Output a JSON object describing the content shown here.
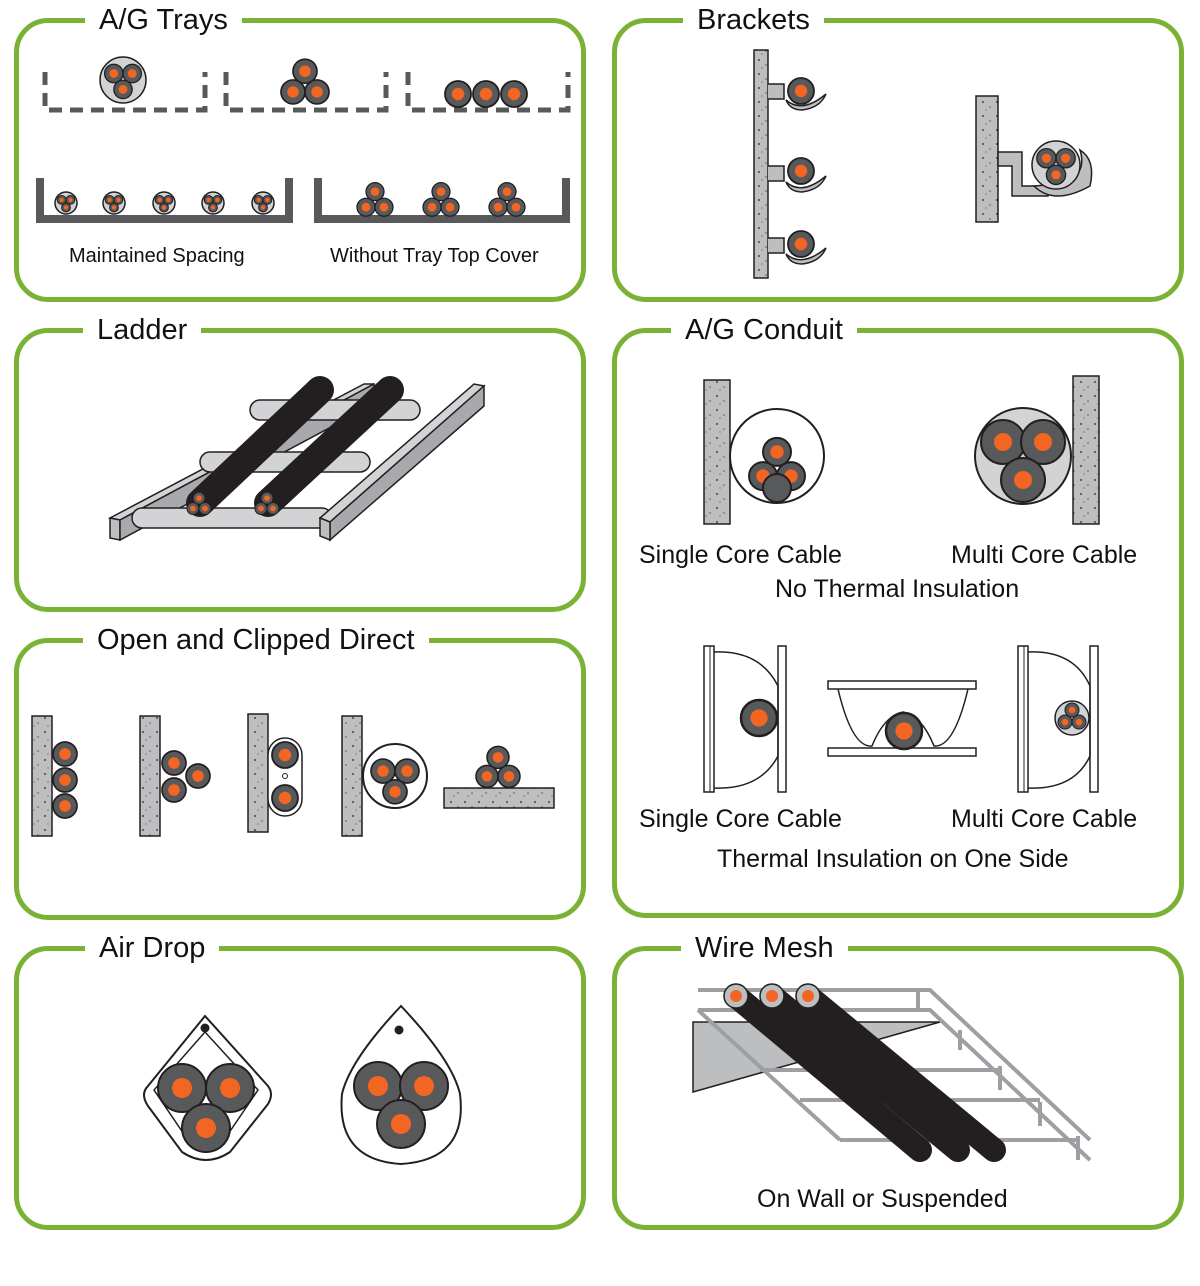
{
  "panels": {
    "ag_trays": {
      "title": "A/G Trays",
      "captions": [
        "Maintained Spacing",
        "Without Tray Top Cover"
      ]
    },
    "brackets": {
      "title": "Brackets"
    },
    "ladder": {
      "title": "Ladder"
    },
    "ag_conduit": {
      "title": "A/G Conduit",
      "row1": {
        "left": "Single Core Cable",
        "right": "Multi Core Cable",
        "subtitle": "No Thermal Insulation"
      },
      "row2": {
        "left": "Single Core Cable",
        "right": "Multi Core Cable",
        "subtitle": "Thermal Insulation on One Side"
      }
    },
    "open_clipped": {
      "title": "Open and Clipped Direct"
    },
    "air_drop": {
      "title": "Air Drop"
    },
    "wire_mesh": {
      "title": "Wire Mesh",
      "caption": "On Wall or Suspended"
    }
  },
  "colors": {
    "panel_border": "#7ab236",
    "cable_core": "#f26522",
    "cable_sheath": "#58595b",
    "cable_outline": "#231f20",
    "wall_fill": "#bcbec0",
    "tray": "#58595b"
  }
}
